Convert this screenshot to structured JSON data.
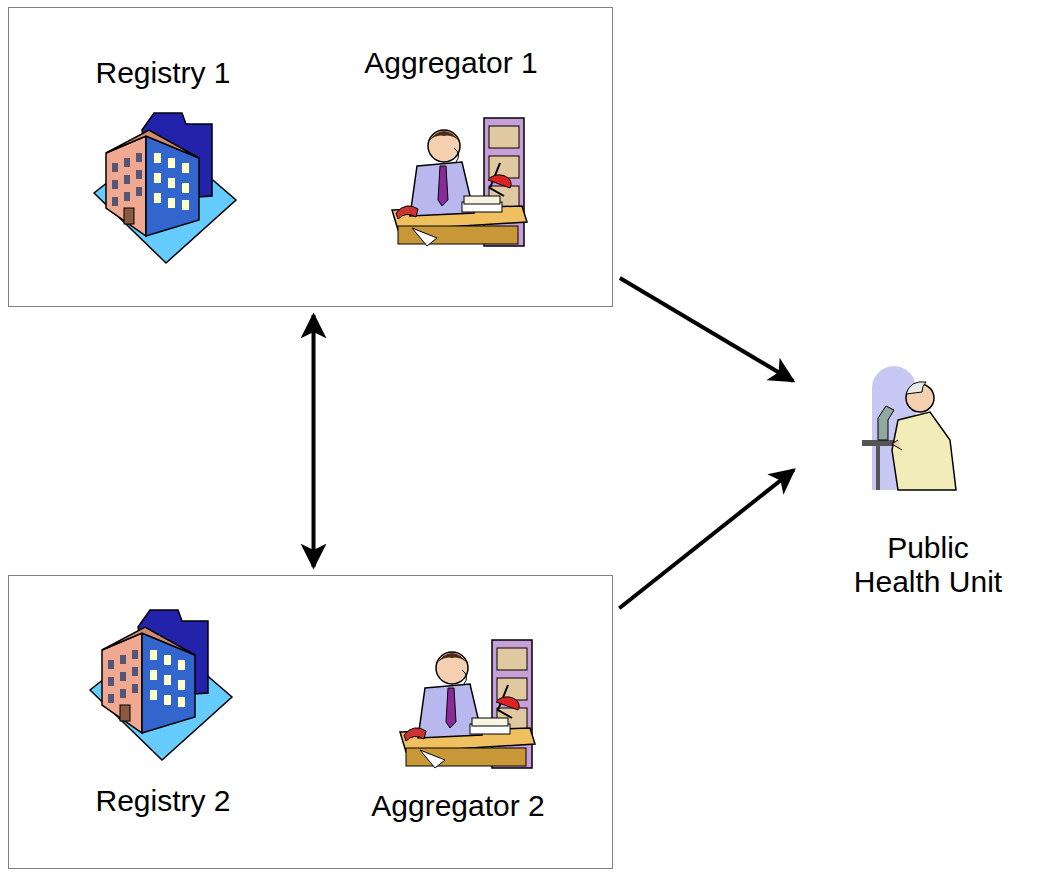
{
  "diagram": {
    "nodes": [
      {
        "text": [
          "Registry 1",
          "Aggregator 1"
        ]
      },
      {
        "text": [
          "Registry 2",
          "Aggregator 2"
        ]
      },
      {
        "text": [
          "Public Health Unit"
        ]
      }
    ],
    "edges": [
      {
        "from": 0,
        "to": 1,
        "arrow": "both"
      },
      {
        "from": 0,
        "to": 2,
        "arrow": "to"
      },
      {
        "from": 1,
        "to": 2,
        "arrow": "to"
      }
    ]
  }
}
